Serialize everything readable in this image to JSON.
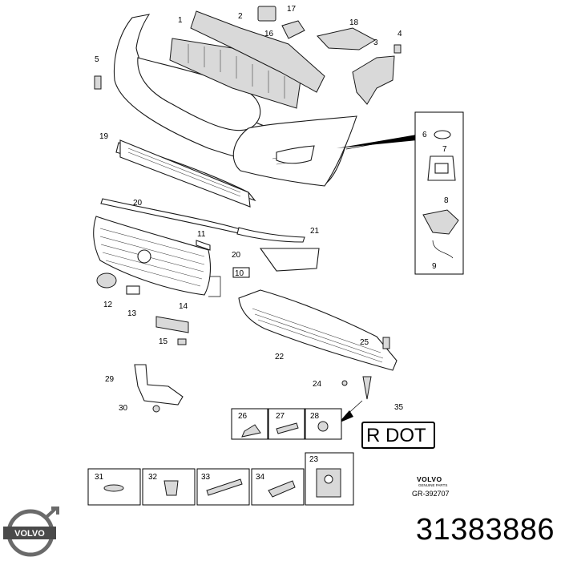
{
  "diagram": {
    "callouts": [
      "1",
      "2",
      "3",
      "4",
      "5",
      "6",
      "7",
      "8",
      "9",
      "10",
      "11",
      "12",
      "13",
      "14",
      "15",
      "16",
      "17",
      "18",
      "19",
      "20",
      "20",
      "21",
      "22",
      "23",
      "24",
      "25",
      "26",
      "27",
      "28",
      "29",
      "30",
      "31",
      "32",
      "33",
      "34",
      "35"
    ]
  },
  "document": {
    "brand": "VOLVO",
    "brand_sub": "GENUINE PARTS",
    "reference": "GR-392707",
    "part_number": "31383886"
  },
  "label_plate": {
    "text": "R DOT"
  },
  "logo": {
    "wordmark": "VOLVO"
  }
}
